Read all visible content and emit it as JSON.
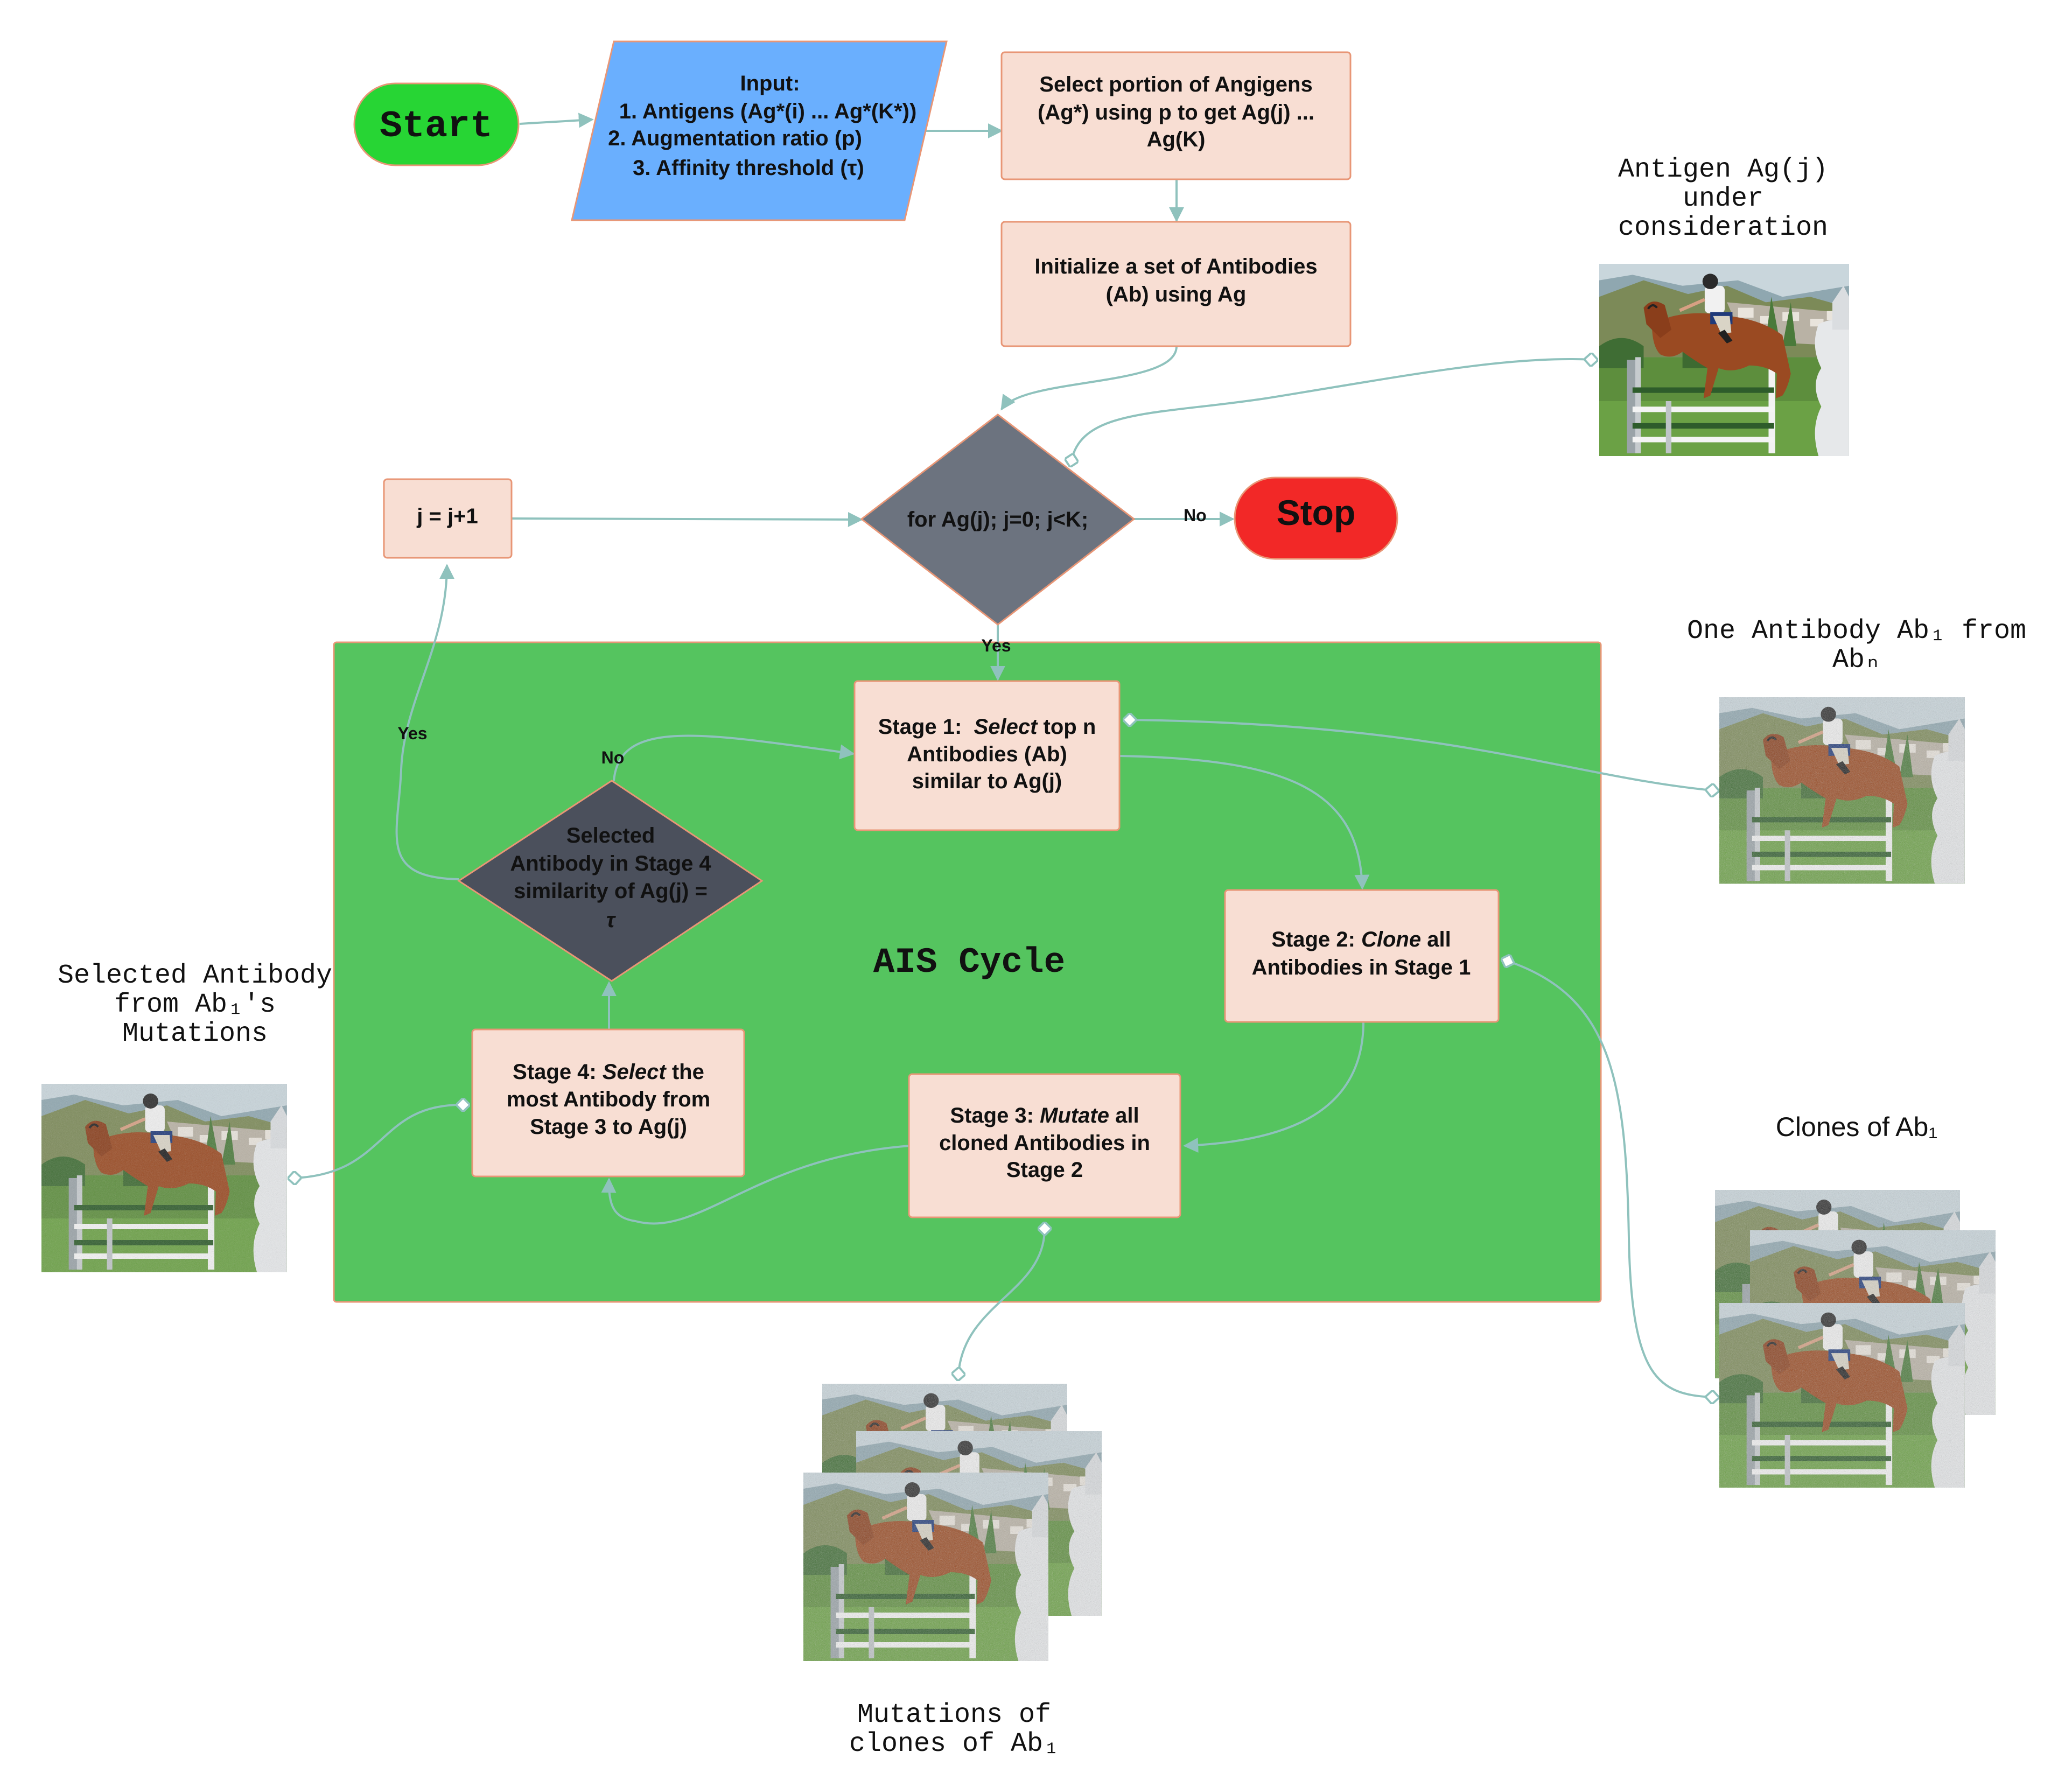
{
  "colors": {
    "process_fill": "#f8ded3",
    "process_stroke": "#e89676",
    "input_fill": "#6aaffe",
    "start_fill": "#27d534",
    "stop_fill": "#f22827",
    "decision_fill": "#6c737f",
    "decision_inner_fill": "#4b505c",
    "ais_fill": "#55c45f",
    "connector": "#8fc2bd"
  },
  "nodes": {
    "start": "Start",
    "stop": "Stop",
    "input": {
      "line1": "Input:",
      "line2": "1. Antigens (Ag*(i) ... Ag*(K*))",
      "line3": "2. Augmentation ratio (p)",
      "line4": "3. Affinity threshold (τ)"
    },
    "select_portion": {
      "line1": "Select portion of Angigens",
      "line2": "(Ag*) using p to get Ag(j) ...",
      "line3": "Ag(K)"
    },
    "initialize": {
      "line1": "Initialize a set of Antibodies",
      "line2": "(Ab) using Ag"
    },
    "loop_decision": "for Ag(j); j=0; j<K;",
    "increment": "j = j+1",
    "ais_title": "AIS Cycle",
    "stage1": {
      "prefix": "Stage 1:  ",
      "verb": "Select",
      "rest1": " top n",
      "line2": "Antibodies (Ab)",
      "line3": "similar to Ag(j)"
    },
    "stage2": {
      "prefix": "Stage 2: ",
      "verb": "Clone",
      "rest1": " all",
      "line2": "Antibodies in Stage 1"
    },
    "stage3": {
      "prefix": "Stage 3: ",
      "verb": "Mutate",
      "rest1": " all",
      "line2": "cloned Antibodies in",
      "line3": "Stage 2"
    },
    "stage4": {
      "prefix": "Stage 4: ",
      "verb": "Select",
      "rest1": " the",
      "line2": "most Antibody from",
      "line3": "Stage 3 to Ag(j)"
    },
    "inner_decision": {
      "line1": "Selected",
      "line2": "Antibody in Stage 4",
      "line3": "similarity of Ag(j) =",
      "line4": "τ"
    }
  },
  "edge_labels": {
    "no_stop": "No",
    "yes_loop": "Yes",
    "no_inner": "No",
    "yes_inner": "Yes"
  },
  "image_captions": {
    "antigen": {
      "line1": "Antigen Ag(j)",
      "line2": "under",
      "line3": "consideration"
    },
    "one_antibody": {
      "line1": "One Antibody Ab₁ from",
      "line2": "Abₙ"
    },
    "clones": "Clones of Ab₁",
    "mutations": {
      "line1": "Mutations of",
      "line2": "clones of Ab₁"
    },
    "selected": {
      "line1": "Selected Antibody",
      "line2": "from Ab₁'s",
      "line3": "Mutations"
    }
  }
}
